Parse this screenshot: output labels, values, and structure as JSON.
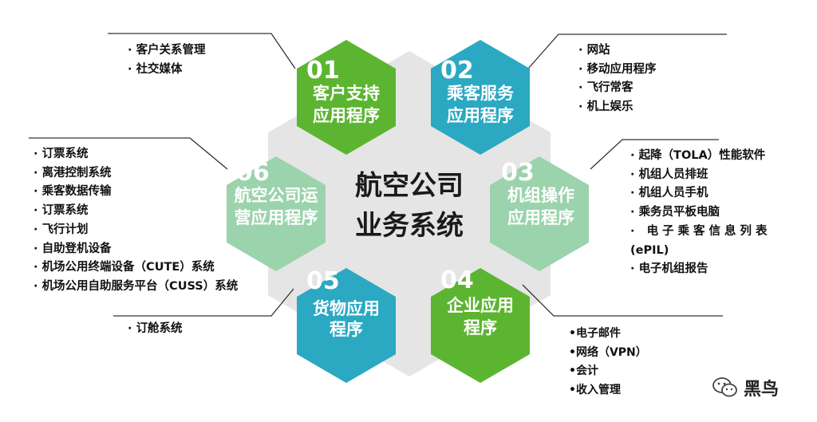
{
  "center": {
    "line1": "航空公司",
    "line2": "业务系统"
  },
  "hexagons": [
    {
      "num": "01",
      "line1": "客户支持",
      "line2": "应用程序",
      "color": "#5cb531"
    },
    {
      "num": "02",
      "line1": "乘客服务",
      "line2": "应用程序",
      "color": "#2ba8c2"
    },
    {
      "num": "03",
      "line1": "机组操作",
      "line2": "应用程序",
      "color": "#9bd3ac"
    },
    {
      "num": "04",
      "line1": "企业应用",
      "line2": "程序",
      "color": "#5cb531"
    },
    {
      "num": "05",
      "line1": "货物应用",
      "line2": "程序",
      "color": "#2ba8c2"
    },
    {
      "num": "06",
      "line1": "航空公司运",
      "line2": "营应用程序",
      "color": "#9bd3ac"
    }
  ],
  "lists": {
    "l01": [
      "客户关系管理",
      "社交媒体"
    ],
    "l02": [
      "网站",
      "移动应用程序",
      "飞行常客",
      "机上娱乐"
    ],
    "l03": [
      "起降（TOLA）性能软件",
      "机组人员排班",
      "机组人员手机",
      "乘务员平板电脑",
      "电子乘客信息列表",
      "(ePIL)",
      "电子机组报告"
    ],
    "l04": [
      "电子邮件",
      "网络（VPN）",
      "会计",
      "收入管理"
    ],
    "l05": [
      "订舱系统"
    ],
    "l06": [
      "订票系统",
      "离港控制系统",
      "乘客数据传输",
      "订票系统",
      "飞行计划",
      "自助登机设备",
      "机场公用终端设备（CUTE）系统",
      "机场公用自助服务平台（CUSS）系统"
    ]
  },
  "watermark": {
    "text": "黑鸟",
    "icon": "wechat-icon"
  },
  "colors": {
    "green": "#5cb531",
    "blue": "#2ba8c2",
    "light_green": "#9bd3ac",
    "center_gray": "#e5e5e5"
  }
}
